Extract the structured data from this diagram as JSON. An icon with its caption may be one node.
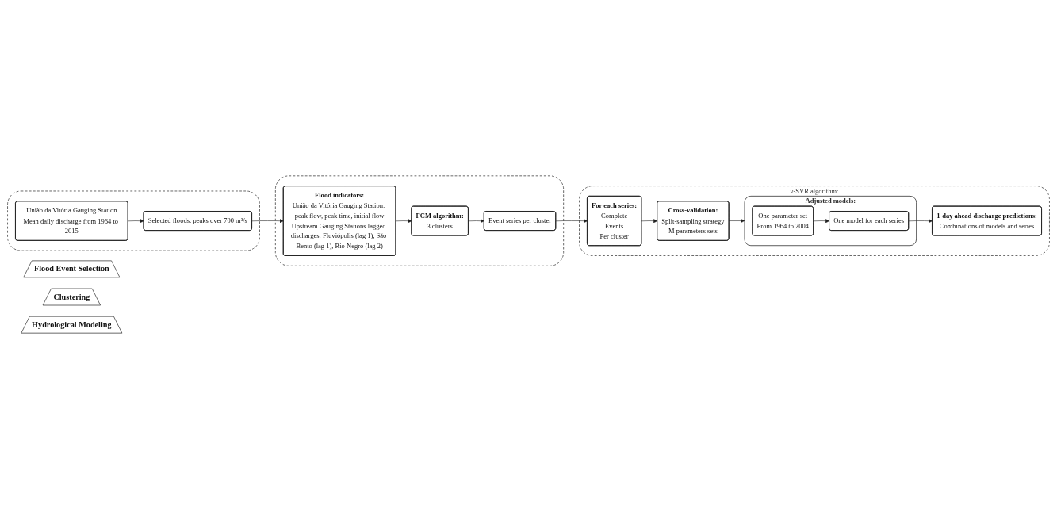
{
  "diagram": {
    "nodes": [
      {
        "text": [
          "Flood Event Selection"
        ]
      },
      {
        "text": [],
        "shape": "box"
      },
      {
        "text": [
          "União da Vitória Gauging Station",
          "Mean daily discharge from 1964 to 2015"
        ],
        "in": 1
      },
      {
        "text": [
          "Selected floods: peaks over 700 m³/s"
        ],
        "in": 1
      },
      {
        "text": [
          "Clustering"
        ]
      },
      {
        "text": [],
        "shape": "box"
      },
      {
        "text": [
          "Flood indicators:",
          "União da Vitória Gauging Station: peak flow, peak time, initial flow",
          "Upstream Gauging Stations lagged discharges: Fluviópolis (lag 1), São Bento (lag 1), Rio Negro (lag 2)"
        ],
        "in": 5
      },
      {
        "text": [
          "FCM algorithm:",
          "3 clusters"
        ],
        "in": 5
      },
      {
        "text": [
          "Event series per cluster"
        ],
        "in": 5
      },
      {
        "text": [
          "Hydrological Modeling"
        ]
      },
      {
        "text": [
          "ν-SVR algorithm:"
        ]
      },
      {
        "text": [
          "For each series:",
          "Complete",
          "Events",
          "Per cluster"
        ],
        "in": 10
      },
      {
        "text": [
          "Cross-validation:",
          "Split-sampling strategy",
          "M parameters sets"
        ],
        "in": 10
      },
      {
        "text": [
          "Adjusted models:"
        ],
        "in": 10
      },
      {
        "text": [
          "One parameter set",
          "From 1964 to 2004"
        ],
        "in": 13
      },
      {
        "text": [
          "One model for each series"
        ],
        "in": 13
      },
      {
        "text": [
          "1-day ahead discharge predictions:",
          "Combinations of models and series"
        ],
        "in": 10
      }
    ],
    "edges": [
      {
        "from": 2,
        "to": 3,
        "arrow": "to"
      },
      {
        "from": 3,
        "to": 6,
        "arrow": "to"
      },
      {
        "from": 6,
        "to": 7,
        "arrow": "to"
      },
      {
        "from": 7,
        "to": 8,
        "arrow": "to"
      },
      {
        "from": 8,
        "to": 11,
        "arrow": "to"
      },
      {
        "from": 11,
        "to": 12,
        "arrow": "to"
      },
      {
        "from": 12,
        "to": 13,
        "arrow": "to"
      },
      {
        "from": 14,
        "to": 15,
        "arrow": "to"
      },
      {
        "from": 15,
        "to": 16,
        "arrow": "to"
      }
    ]
  }
}
